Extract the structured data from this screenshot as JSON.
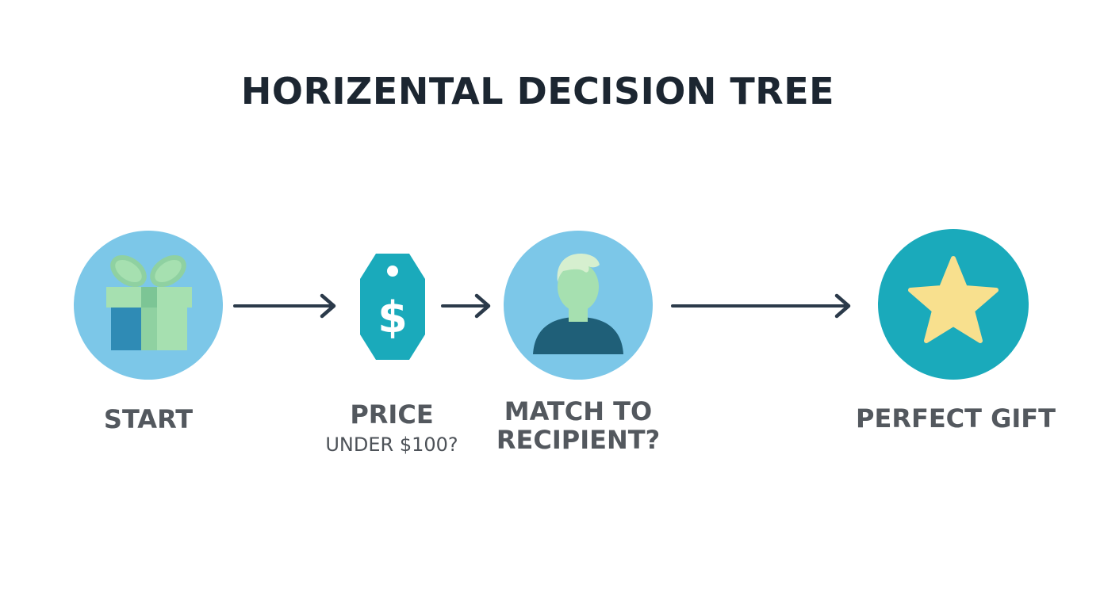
{
  "title": "HORIZENTAL DECISION TREE",
  "colors": {
    "light_blue": "#7cc7e8",
    "teal": "#1aaabb",
    "green_light": "#a6e0b0",
    "green_mid": "#8fd1a1",
    "navy": "#2b6d8d",
    "person_dark": "#1f5f78",
    "star_yellow": "#f8e08e",
    "arrow": "#2b3a4a",
    "text": "#53585e",
    "title": "#1c2631"
  },
  "nodes": [
    {
      "id": "start",
      "icon": "gift-icon",
      "label": "START"
    },
    {
      "id": "price",
      "icon": "price-tag-icon",
      "label": "PRICE",
      "sublabel": "UNDER $100?"
    },
    {
      "id": "match",
      "icon": "person-icon",
      "label_line1": "MATCH TO",
      "label_line2": "RECIPIENT?"
    },
    {
      "id": "perfect",
      "icon": "star-icon",
      "label": "PERFECT GIFT"
    }
  ]
}
